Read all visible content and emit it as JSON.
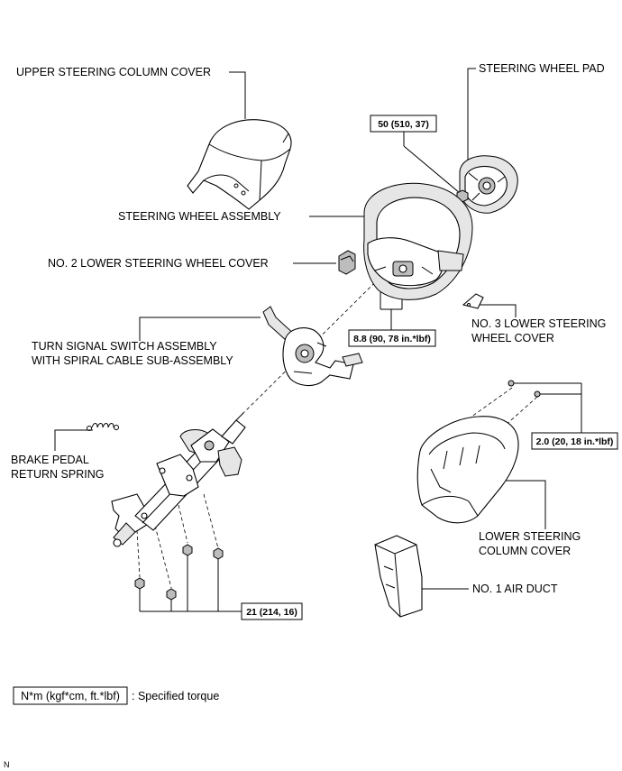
{
  "labels": {
    "upper_column_cover": "UPPER STEERING COLUMN COVER",
    "wheel_pad": "STEERING WHEEL PAD",
    "wheel_assembly": "STEERING WHEEL ASSEMBLY",
    "no2_lower_wheel_cover": "NO. 2 LOWER STEERING WHEEL COVER",
    "no3_lower_wheel_cover_line1": "NO. 3 LOWER STEERING",
    "no3_lower_wheel_cover_line2": "WHEEL COVER",
    "turn_signal_line1": "TURN SIGNAL SWITCH ASSEMBLY",
    "turn_signal_line2": "WITH SPIRAL CABLE SUB-ASSEMBLY",
    "brake_spring_line1": "BRAKE PEDAL",
    "brake_spring_line2": "RETURN SPRING",
    "lower_column_cover_line1": "LOWER STEERING",
    "lower_column_cover_line2": "COLUMN COVER",
    "no1_air_duct": "NO. 1 AIR DUCT"
  },
  "torques": {
    "wheel_nut": "50 (510, 37)",
    "pad_screws": "8.8 (90, 78 in.*lbf)",
    "cover_screws": "2.0 (20, 18 in.*lbf)",
    "column_nuts": "21 (214, 16)"
  },
  "legend": {
    "unit_box": "N*m (kgf*cm, ft.*lbf)",
    "description": ": Specified torque"
  },
  "corner_mark": "N"
}
